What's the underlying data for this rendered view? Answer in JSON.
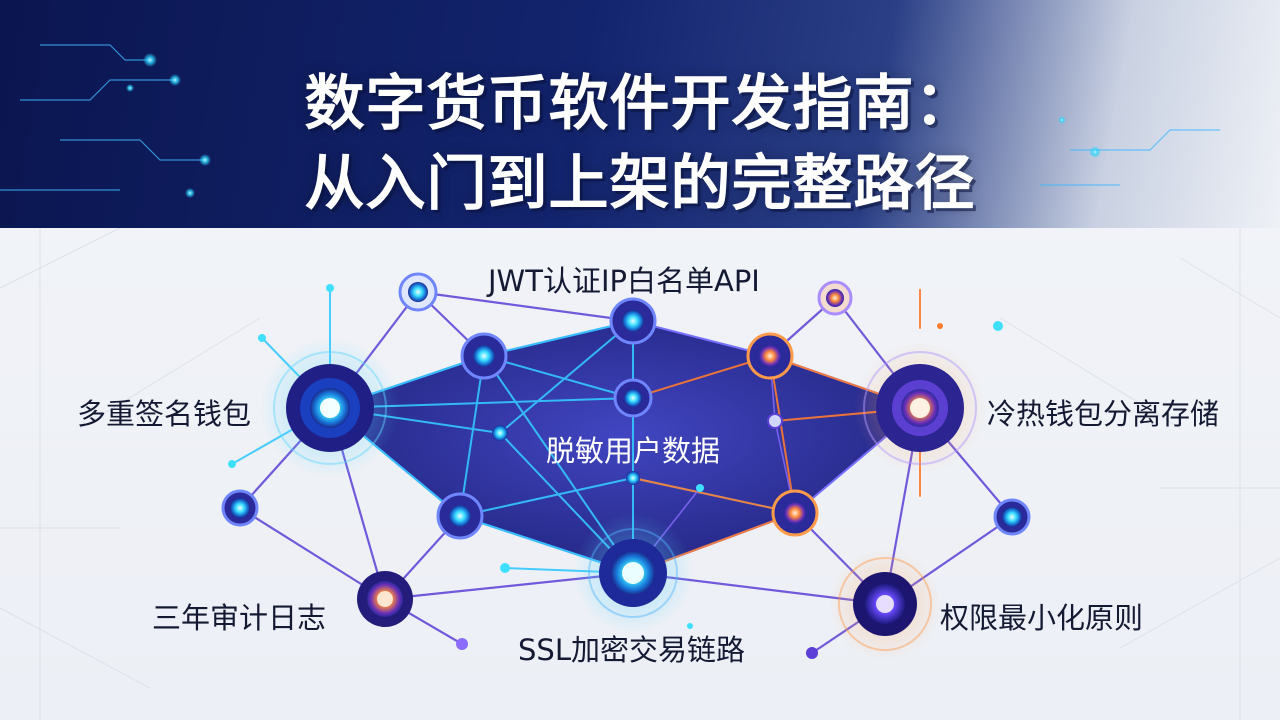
{
  "title": {
    "line1": "数字货币软件开发指南：",
    "line2": "从入门到上架的完整路径"
  },
  "labels": {
    "top": "JWT认证IP白名单API",
    "left": "多重签名钱包",
    "right": "冷热钱包分离存储",
    "center": "脱敏用户数据",
    "bottom_left": "三年审计日志",
    "bottom_center": "SSL加密交易链路",
    "bottom_right": "权限最小化原则"
  },
  "colors": {
    "banner_dark": "#0b1650",
    "accent_cyan": "#29d4ff",
    "accent_orange": "#ff7a2e",
    "accent_purple": "#5b3fd6",
    "shape_fill": "#2a2a9a",
    "label_text": "#141a33"
  }
}
